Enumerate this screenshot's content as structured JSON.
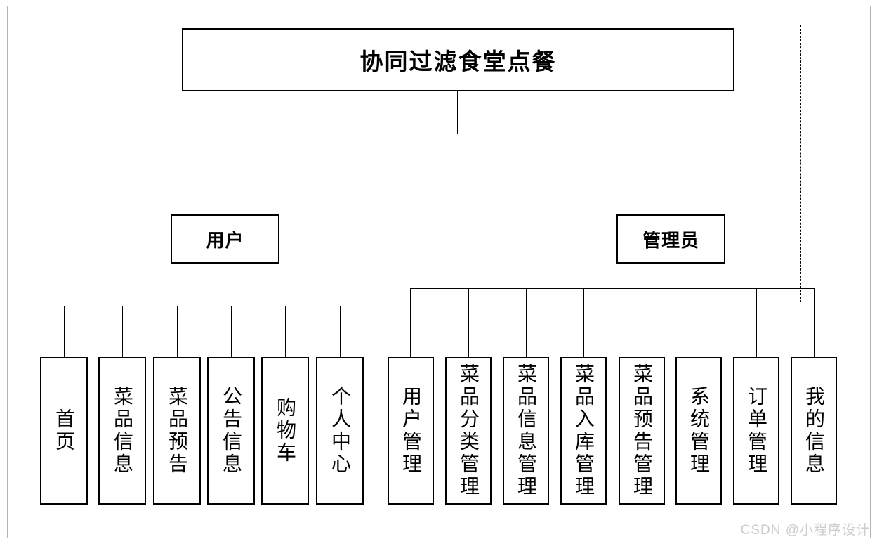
{
  "diagram": {
    "title": "协同过滤食堂点餐",
    "root": {
      "label": "协同过滤食堂点餐"
    },
    "user_branch": {
      "label": "用户"
    },
    "admin_branch": {
      "label": "管理员"
    },
    "user_leaves": [
      {
        "label": "首页"
      },
      {
        "label": "菜品信息"
      },
      {
        "label": "菜品预告"
      },
      {
        "label": "公告信息"
      },
      {
        "label": "购物车"
      },
      {
        "label": "个人中心"
      }
    ],
    "admin_leaves": [
      {
        "label": "用户管理"
      },
      {
        "label": "菜品分类管理"
      },
      {
        "label": "菜品信息管理"
      },
      {
        "label": "菜品入库管理"
      },
      {
        "label": "菜品预告管理"
      },
      {
        "label": "系统管理"
      },
      {
        "label": "订单管理"
      },
      {
        "label": "我的信息"
      }
    ],
    "line_color": "#000000",
    "node_border_color": "#000000"
  },
  "watermark": {
    "text": "CSDN @小程序设计",
    "color": "#cccccc"
  }
}
